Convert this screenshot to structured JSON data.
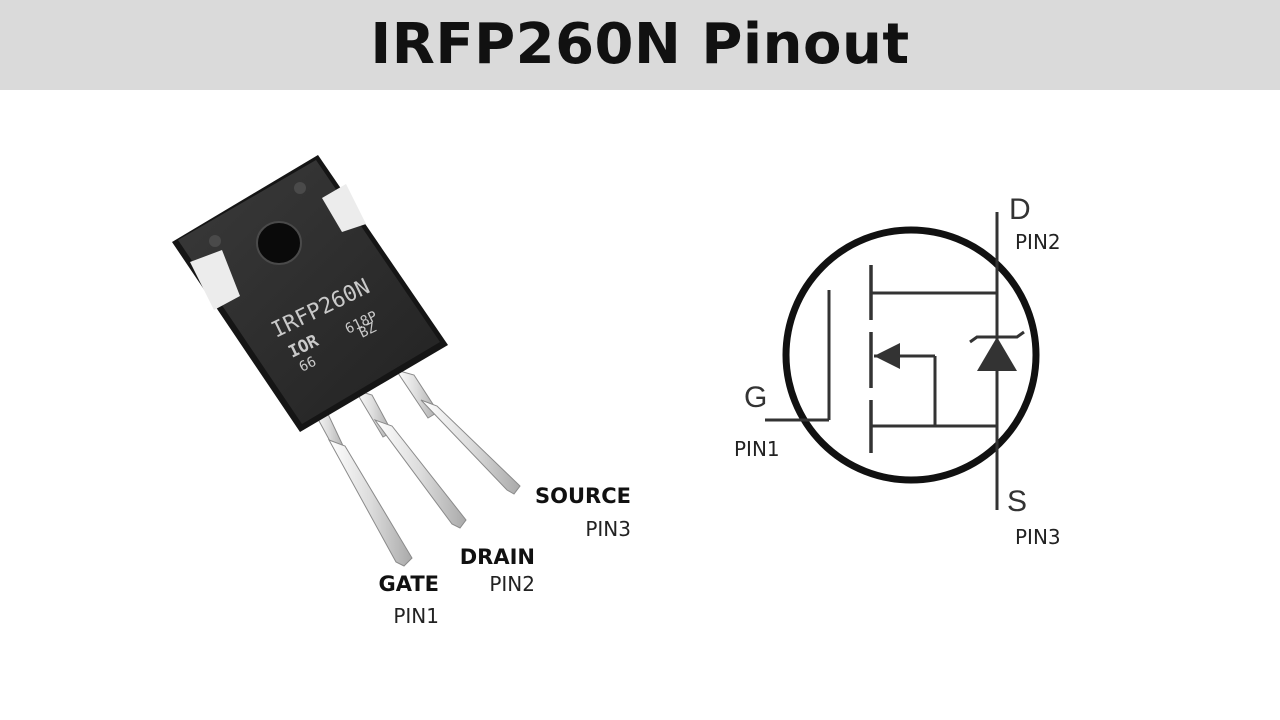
{
  "header": {
    "title": "IRFP260N Pinout"
  },
  "package": {
    "marking_line1": "IRFP260N",
    "marking_logo": "IOR",
    "marking_code1": "618P",
    "marking_code2": "BZ",
    "marking_code3": "66",
    "pins": [
      {
        "name": "GATE",
        "pin": "PIN1"
      },
      {
        "name": "DRAIN",
        "pin": "PIN2"
      },
      {
        "name": "SOURCE",
        "pin": "PIN3"
      }
    ]
  },
  "symbol": {
    "gate": {
      "letter": "G",
      "pin": "PIN1"
    },
    "drain": {
      "letter": "D",
      "pin": "PIN2"
    },
    "source": {
      "letter": "S",
      "pin": "PIN3"
    }
  },
  "colors": {
    "header_bg": "#dadada",
    "body_dark": "#2b2b2b",
    "metal_tab": "#1a1a1a",
    "lead_silver": "#e6e6e6",
    "line": "#111111"
  }
}
